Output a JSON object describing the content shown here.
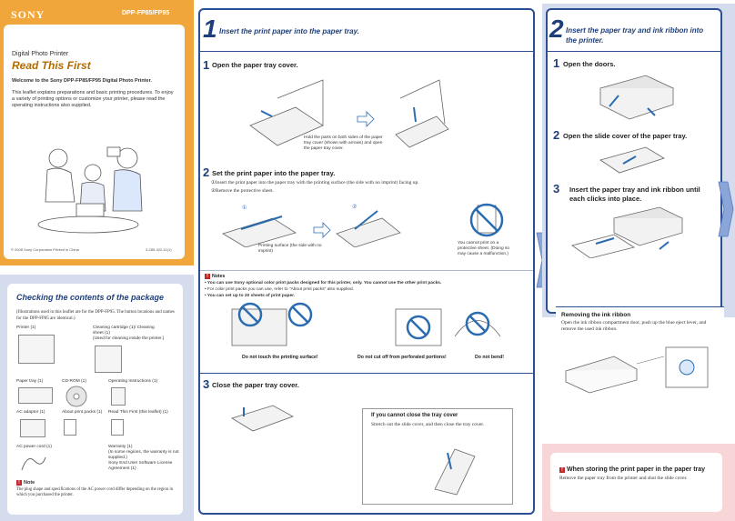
{
  "cover": {
    "brand": "SONY",
    "model": "DPP-FP85/FP95",
    "subtitle": "Digital Photo Printer",
    "title": "Read This First",
    "welcome": "Welcome to the Sony DPP-FP85/FP95 Digital Photo Printer.",
    "intro": "This leaflet explains preparations and basic printing procedures. To enjoy a variety of printing options or customize your printer, please read the operating instructions also supplied.",
    "copyright": "© 2008  Sony Corporation    Printed in China",
    "code": "3-285-422-11(1)"
  },
  "package": {
    "title": "Checking the contents of the package",
    "intro": "(Illustrations used in this leaflet are for the DPP-FP95. The button locations and names for the DPP-FP85 are identical.)",
    "items": {
      "printer": "Printer (1)",
      "cartridge": "Cleaning cartridge (1)/ Cleaning sheet (1)",
      "cartridge_note": "(Used for cleaning inside the printer.)",
      "paper_tray": "Paper tray (1)",
      "cdrom": "CD-ROM (1)",
      "op_instructions": "Operating Instructions (1)",
      "ac_adaptor": "AC adaptor (1)",
      "about_packs": "About print packs (1)",
      "read_first": "Read This First (this leaflet) (1)",
      "power_cord": "AC power cord (1)",
      "warranty": "Warranty (1)",
      "warranty_note": "(In some regions, the warranty is not supplied.)",
      "eula": "Sony End User Software License Agreement (1)"
    },
    "note_title": "Note",
    "note_text": "The plug shape and specifications of the AC power cord differ depending on the region in which you purchased the printer."
  },
  "section1": {
    "num": "1",
    "title": "Insert the print paper into the paper tray.",
    "step1": {
      "num": "1",
      "title": "Open the paper tray cover."
    },
    "step1_caption": "Hold the parts on both sides of the paper tray cover (shown with arrows) and open the paper tray cover.",
    "step2": {
      "num": "2",
      "title": "Set the print paper into the paper tray."
    },
    "step2_a": "①Insert the print paper into the paper tray with the printing surface (the side with no imprint) facing up.",
    "step2_b": "②Remove the protective sheet.",
    "step2_marker_1": "①",
    "step2_marker_2": "②",
    "caption_surface": "Printing surface (the side with no imprint)",
    "caption_protect": "You cannot print on a protective sheet. (Doing so may cause a malfunction.)",
    "notes_title": "Notes",
    "notes": [
      "• You can use Sony optional color print packs designed for this printer, only. You cannot use the other print packs.",
      "• For color print packs you can use, refer to \"About print packs\" also supplied.",
      "• You can set up to 20 sheets of print paper."
    ],
    "warn1": "Do not touch the printing surface!",
    "warn2": "Do not cut off from perforated portions!",
    "warn3": "Do not bend!",
    "step3": {
      "num": "3",
      "title": "Close the paper tray cover."
    },
    "cannot_close_title": "If you cannot close the tray cover",
    "cannot_close_text": "Stretch out the slide cover, and then close the tray cover."
  },
  "section2": {
    "num": "2",
    "title": "Insert the paper tray and ink ribbon into the printer.",
    "step1": {
      "num": "1",
      "title": "Open the doors."
    },
    "step2": {
      "num": "2",
      "title": "Open the slide cover of the paper tray."
    },
    "step3": {
      "num": "3",
      "title": "Insert the paper tray and ink ribbon until each clicks into place."
    },
    "remove_title": "Removing the ink ribbon",
    "remove_text": "Open the ink ribbon compartment door, push up the blue eject lever, and remove the used ink ribbon.",
    "storing_title": "When storing the print paper in the paper tray",
    "storing_text": "Remove the paper tray from the printer and shut the slide cover."
  }
}
